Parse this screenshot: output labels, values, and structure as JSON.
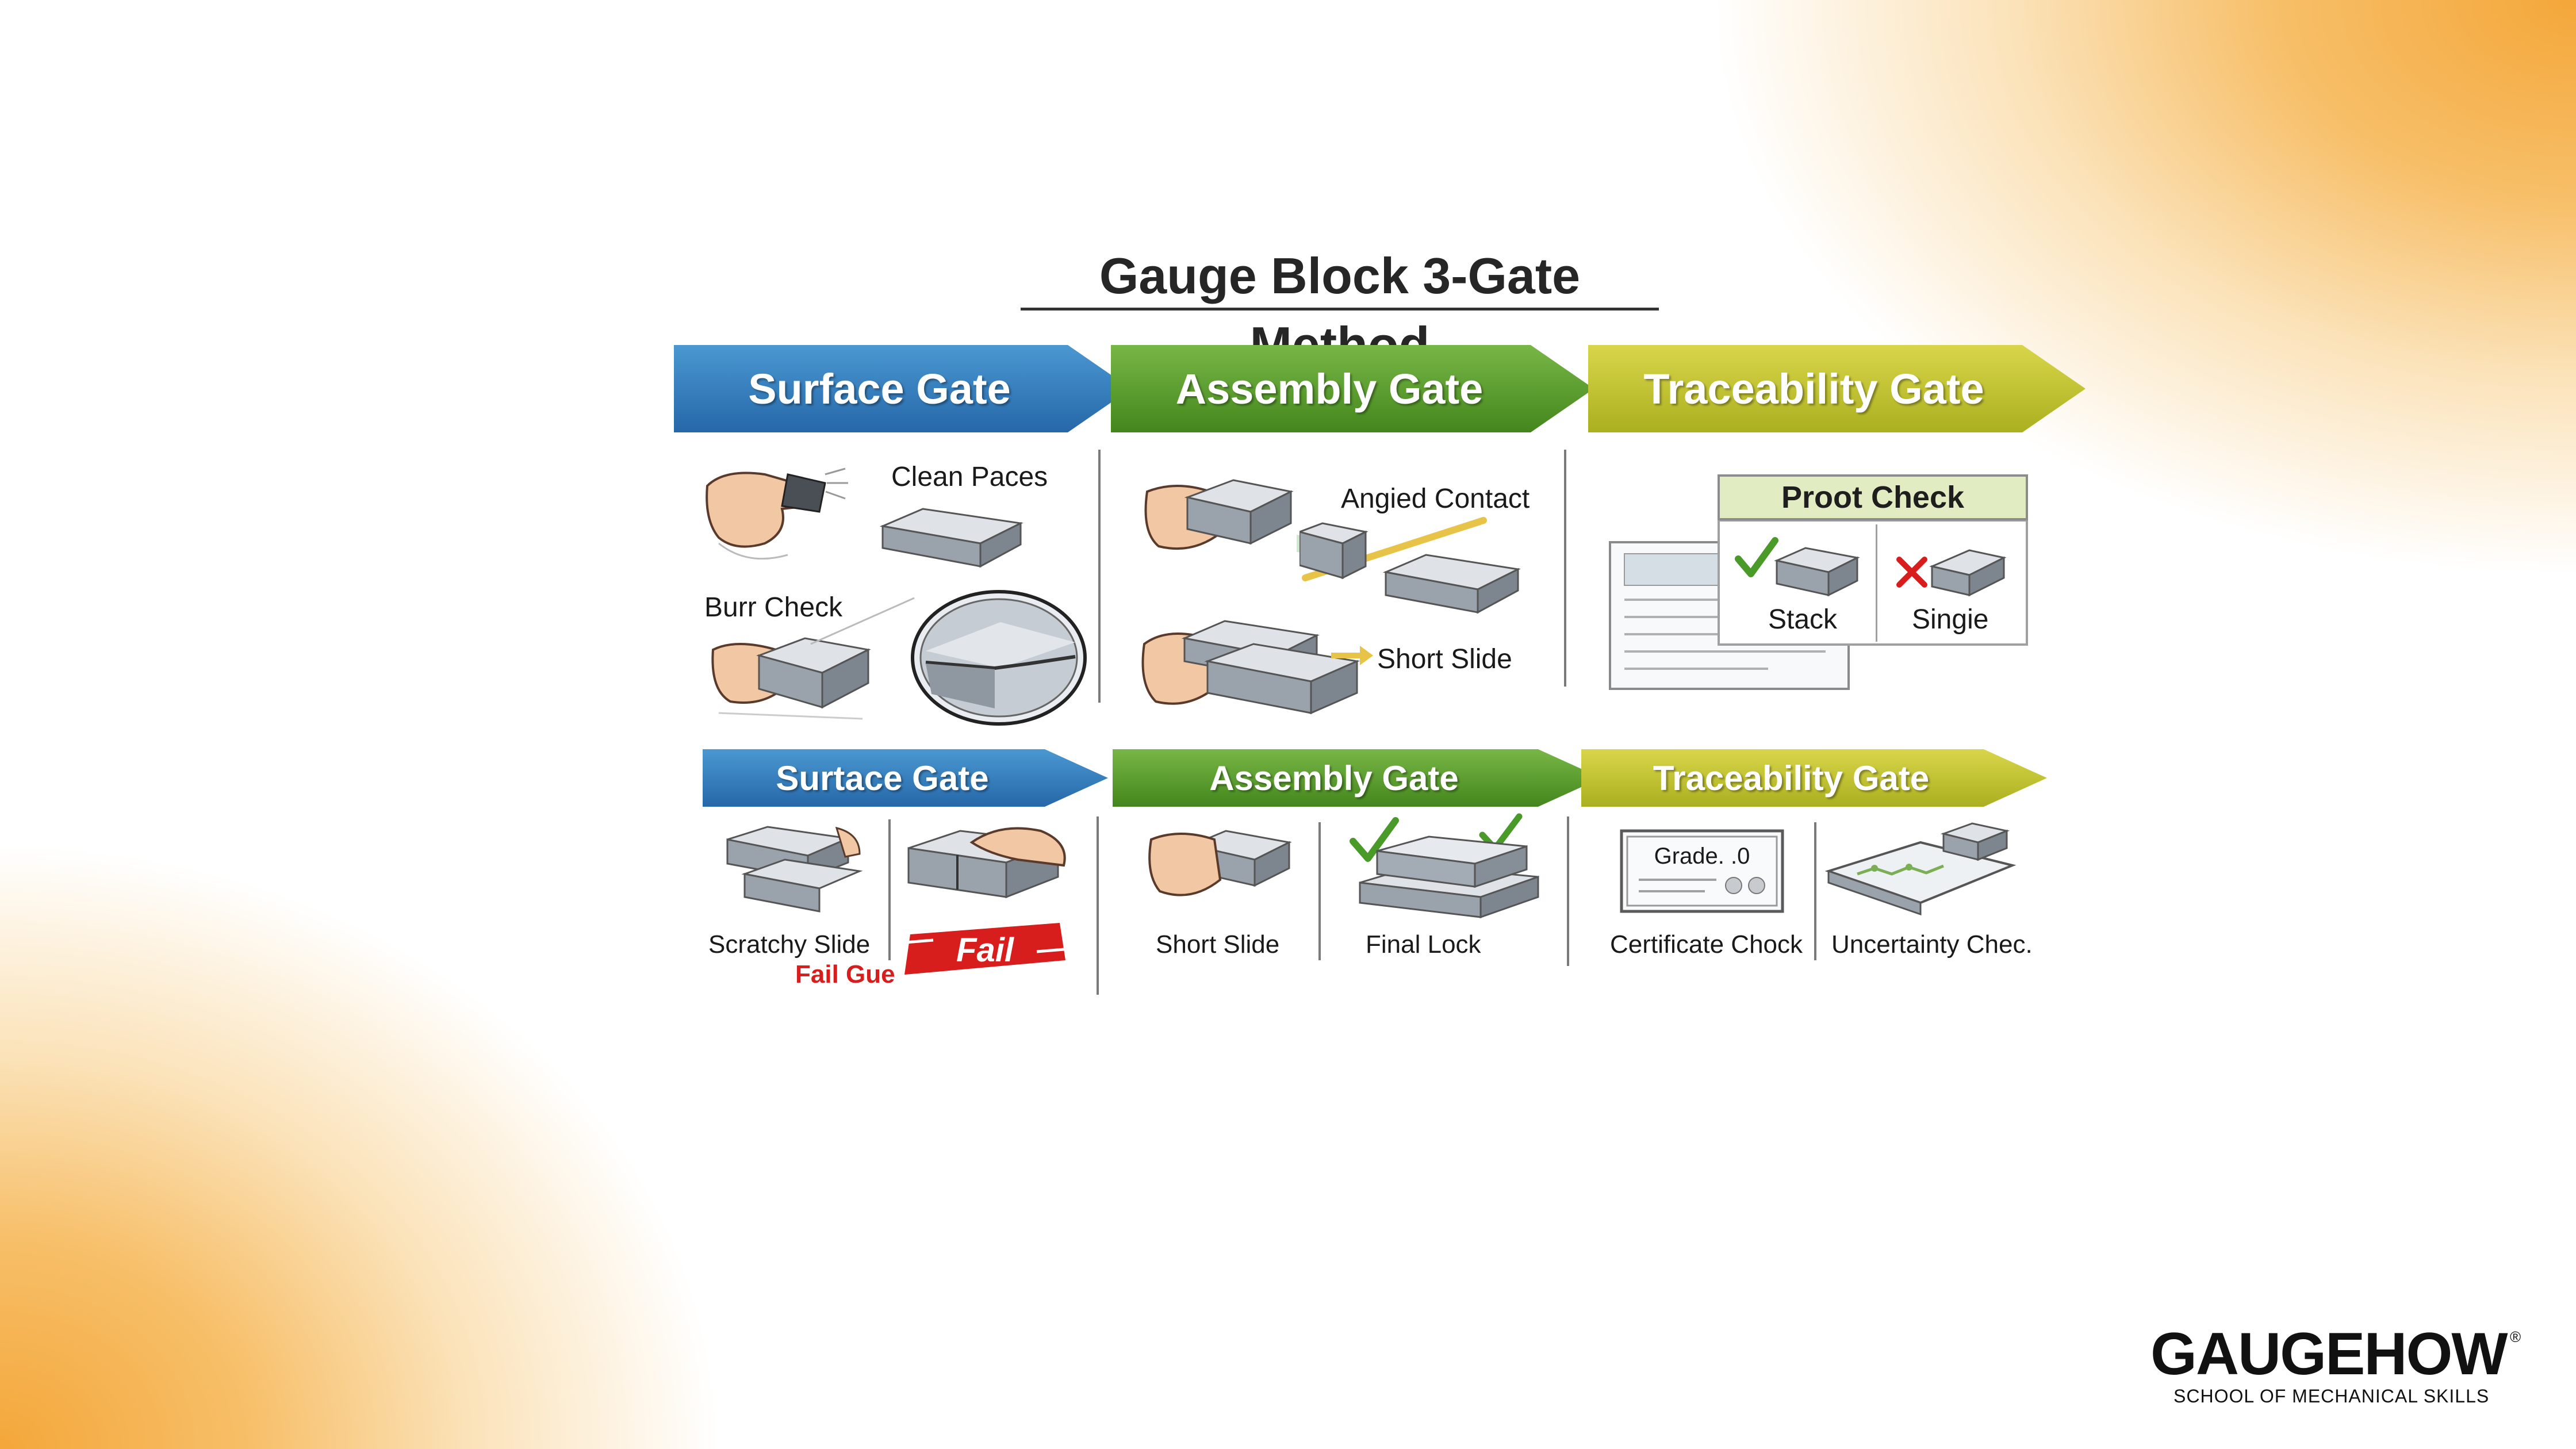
{
  "title": "Gauge Block 3-Gate Method",
  "top_row": {
    "gates": [
      "Surface Gate",
      "Assembly Gate",
      "Traceability Gate"
    ],
    "surface": {
      "clean_label": "Clean Paces",
      "burr_label": "Burr Check"
    },
    "assembly": {
      "angled_label": "Angied Contact",
      "slide_label": "Short Slide"
    },
    "traceability": {
      "proof_header": "Proot Check",
      "stack_label": "Stack",
      "single_label": "Singie"
    }
  },
  "bottom_row": {
    "gates": [
      "Surtace Gate",
      "Assembly Gate",
      "Traceability Gate"
    ],
    "surface": {
      "scratchy_label": "Scratchy Slide",
      "fail_sub": "Fail Gue",
      "fail_stamp": "Fail"
    },
    "assembly": {
      "short_slide_label": "Short Slide",
      "final_lock_label": "Final  Lock"
    },
    "traceability": {
      "certificate_label": "Certificate Chock",
      "uncertainty_label": "Uncertainty Chec.",
      "grade_text": "Grade. .0"
    }
  },
  "logo": {
    "name": "GAUGEHOW",
    "registered": "®",
    "tagline": "SCHOOL OF MECHANICAL SKILLS"
  },
  "colors": {
    "surface": "#2f78b8",
    "assembly": "#55982a",
    "traceability": "#c0c032",
    "fail": "#d81d1d",
    "check": "#4a9a2a"
  }
}
